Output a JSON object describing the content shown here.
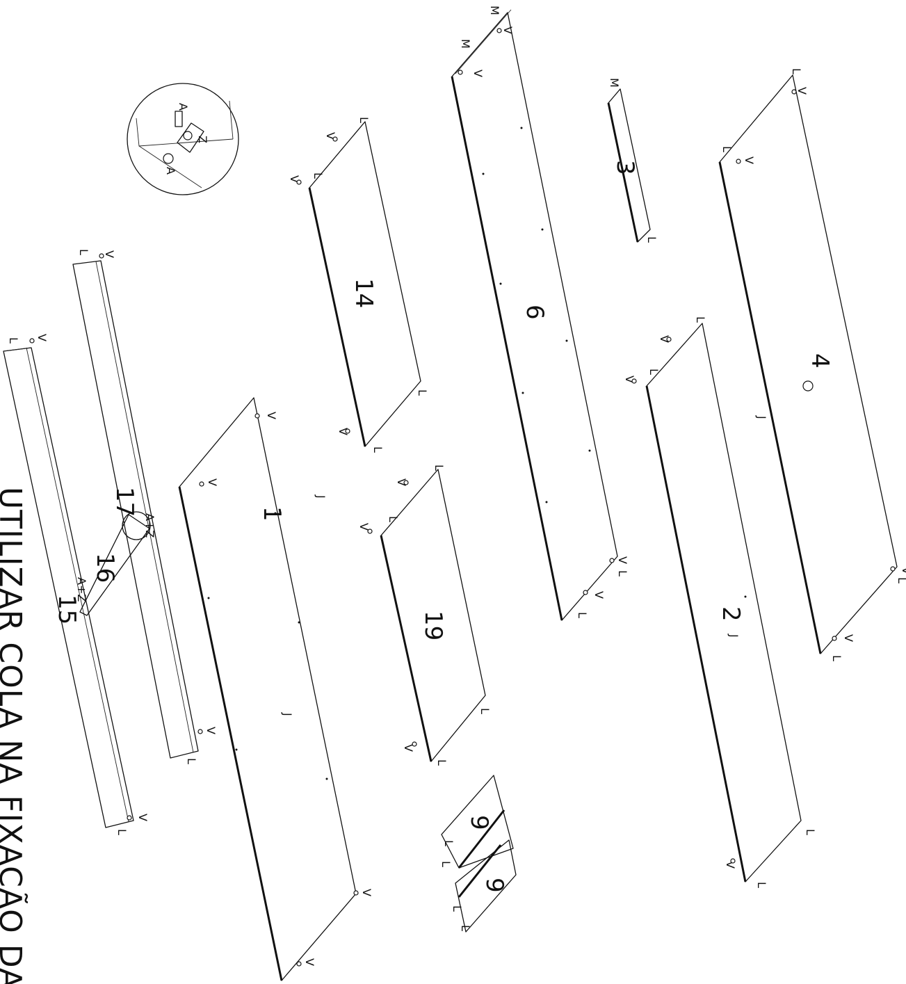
{
  "note_text": "UTILIZAR COLA NA FIXAÇÃO DAS",
  "parts": {
    "p1": "1",
    "p2": "2",
    "p3": "3",
    "p4": "4",
    "p6": "6",
    "p9a": "9",
    "p9b": "9",
    "p14": "14",
    "p15": "15",
    "p16": "16",
    "p17": "17",
    "p19": "19"
  },
  "hardware": {
    "cam_lock": "V",
    "pin": "L",
    "screw_m": "M",
    "screw_j": "J",
    "screw_a": "A",
    "bracket_z": "Z",
    "a_plus_z": "A+Z"
  }
}
